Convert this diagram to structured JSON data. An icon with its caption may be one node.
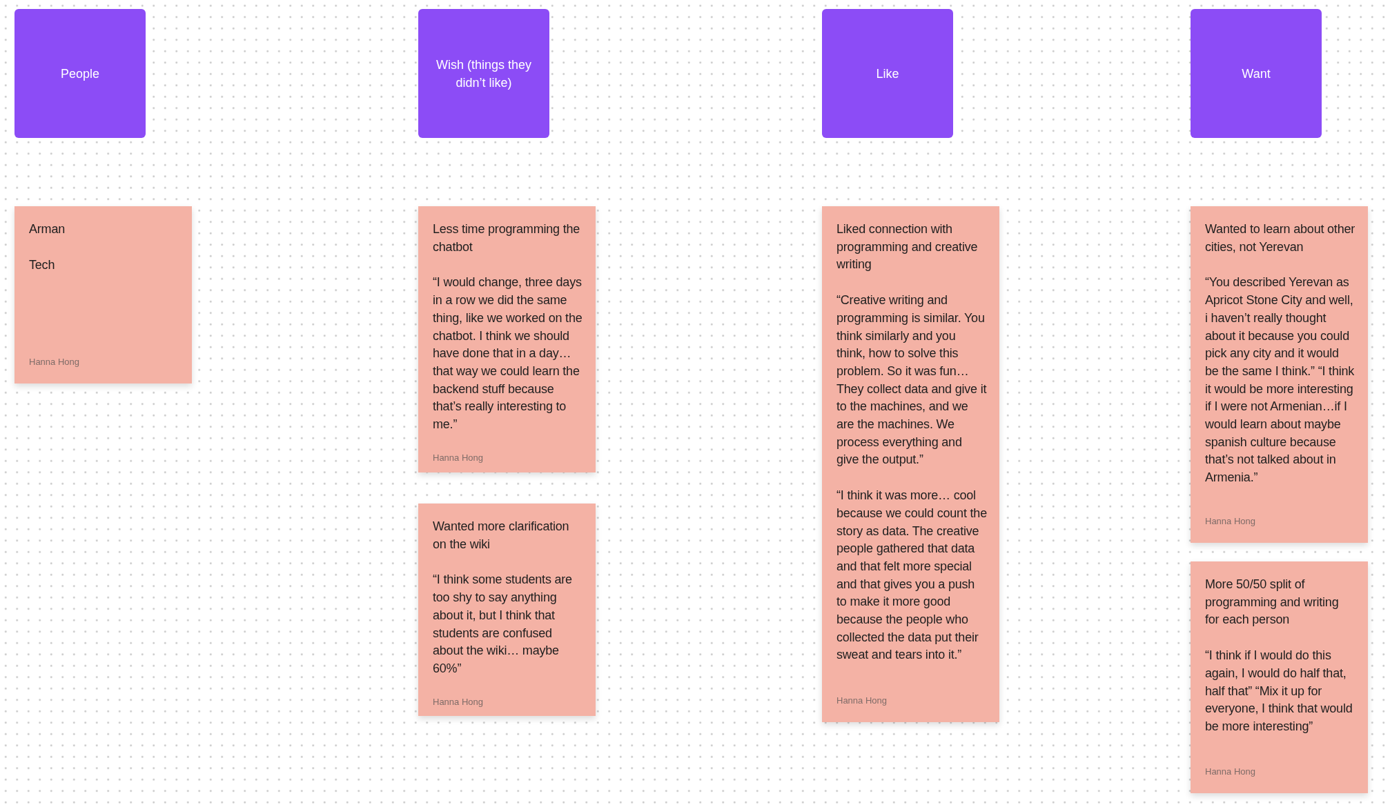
{
  "diagram": {
    "nodes": [
      {
        "text": [
          "People"
        ]
      },
      {
        "text": [
          "Wish (things they didn’t like)"
        ]
      },
      {
        "text": [
          "Like"
        ]
      },
      {
        "text": [
          "Want"
        ]
      },
      {
        "text": [
          "Arman",
          "Tech",
          "Hanna Hong"
        ]
      },
      {
        "text": [
          "Less time programming the chatbot",
          "“I would change, three days in a row we did the same thing, like we worked on the chatbot. I think we should have done that in a day… that way we could learn the backend stuff because that’s really interesting to me.”",
          "Hanna Hong"
        ]
      },
      {
        "text": [
          "Wanted more clarification on the wiki",
          "“I think some students are too shy to say anything about it, but I think that students are confused about the wiki… maybe 60%”",
          "Hanna Hong"
        ]
      },
      {
        "text": [
          "Liked connection with programming and creative writing",
          "“Creative writing and programming is similar. You think similarly and you think, how to solve this problem. So it was fun… They collect data and give it to the machines, and we are the machines. We process everything and give the output.”",
          "“I think it was more… cool because we could count the story as data. The creative people gathered that data and that felt more special and that gives you a push to make it more good because the people who collected the data put their sweat and tears into it.”",
          "Hanna Hong"
        ]
      },
      {
        "text": [
          "Wanted to learn about other cities, not Yerevan",
          "“You described Yerevan as Apricot Stone City and well, i haven’t really thought about it because you could pick any city and it would be the same I think.” “I think it would be more interesting if I were not Armenian…if I would learn about maybe spanish culture because that’s not talked about in Armenia.”",
          "Hanna Hong"
        ]
      },
      {
        "text": [
          "More 50/50 split of programming and writing for each person",
          "“I think if I would do this again, I would do half that, half that” “Mix it up for everyone, I think that would be more interesting”",
          "Hanna Hong"
        ]
      }
    ]
  }
}
